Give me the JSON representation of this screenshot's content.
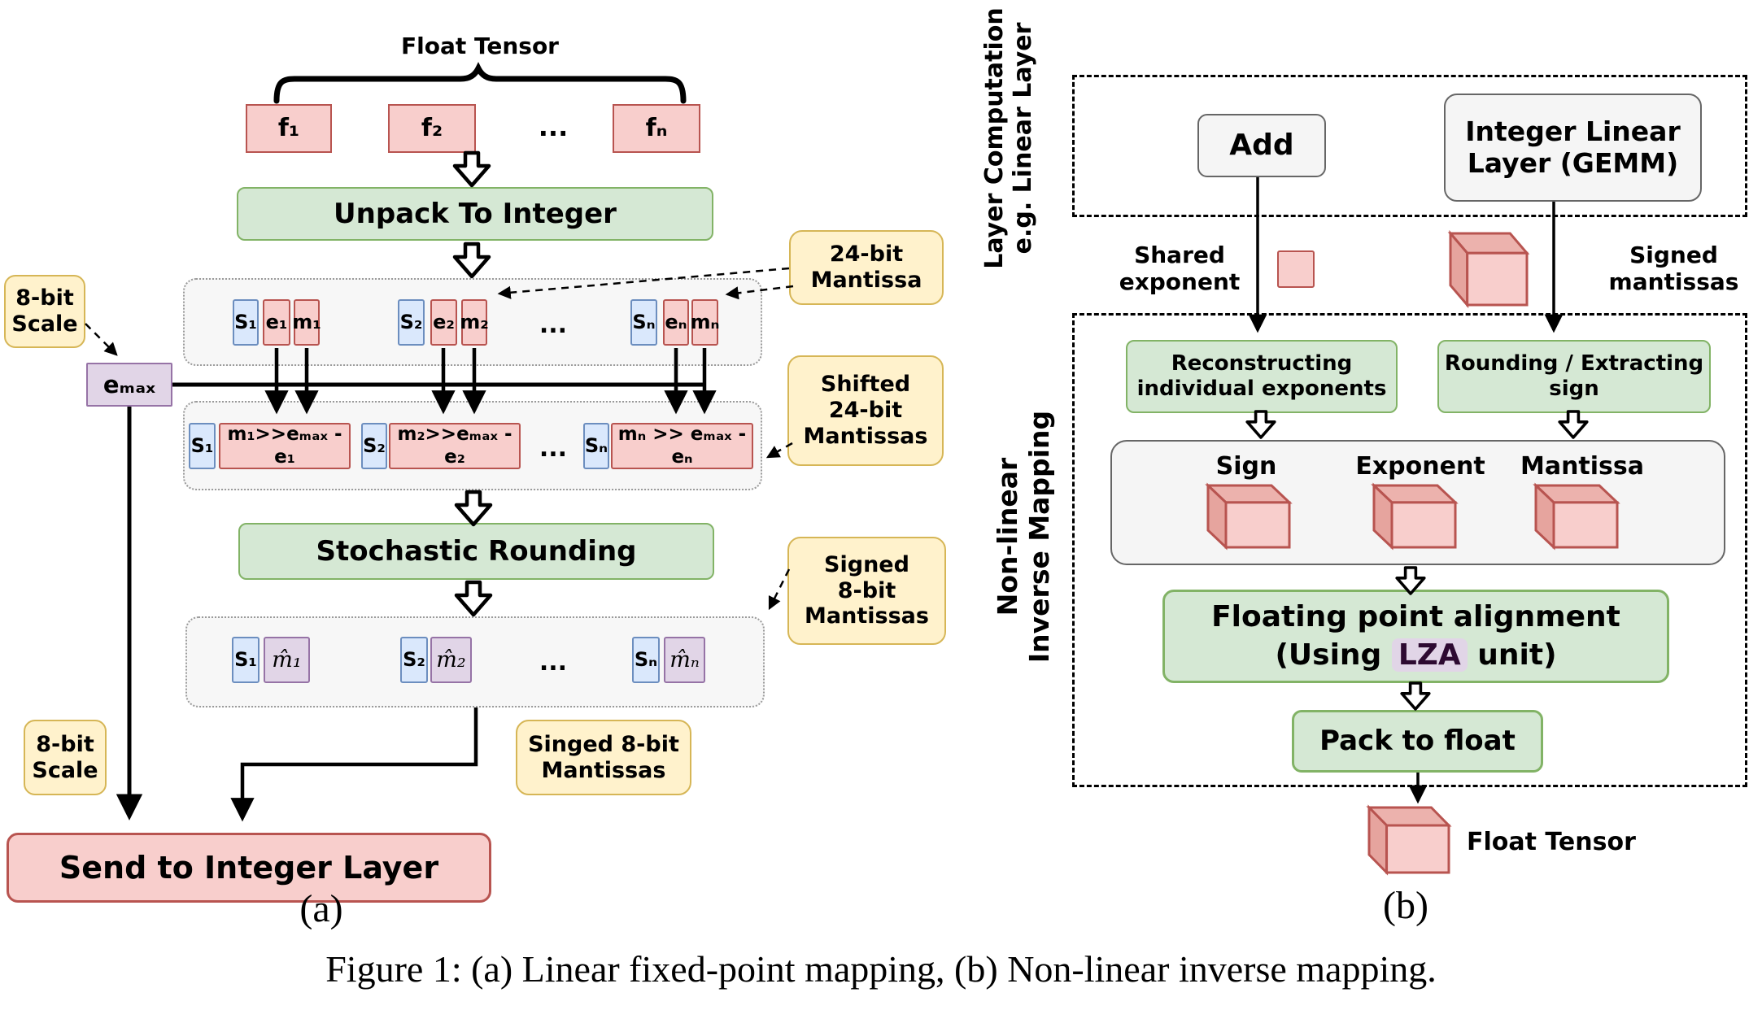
{
  "figure_caption": "Figure 1: (a) Linear fixed-point mapping, (b) Non-linear inverse mapping.",
  "panel_a": {
    "caption": "(a)",
    "float_tensor_label": "Float Tensor",
    "ellipsis": "...",
    "float_boxes": [
      "f₁",
      "f₂",
      "fₙ"
    ],
    "unpack_label": "Unpack To Integer",
    "scale_top_label": {
      "line1": "8-bit",
      "line2": "Scale"
    },
    "emax_label": "eₘₐₓ",
    "mantissa24_label": {
      "line1": "24-bit",
      "line2": "Mantissa"
    },
    "unpacked_row": [
      {
        "s": "S₁",
        "e": "e₁",
        "m": "m₁"
      },
      {
        "s": "S₂",
        "e": "e₂",
        "m": "m₂"
      },
      {
        "s": "Sₙ",
        "e": "eₙ",
        "m": "mₙ"
      }
    ],
    "shifted_label": {
      "line1": "Shifted",
      "line2": "24-bit",
      "line3": "Mantissas"
    },
    "shifted_row": [
      {
        "s": "S₁",
        "m": "m₁>>eₘₐₓ - e₁"
      },
      {
        "s": "S₂",
        "m": "m₂>>eₘₐₓ - e₂"
      },
      {
        "s": "Sₙ",
        "m": "mₙ >> eₘₐₓ - eₙ"
      }
    ],
    "stochastic_label": "Stochastic Rounding",
    "signed8_label": {
      "line1": "Signed",
      "line2": "8-bit",
      "line3": "Mantissas"
    },
    "rounded_row": [
      {
        "s": "S₁",
        "m": "m̂₁"
      },
      {
        "s": "S₂",
        "m": "m̂₂"
      },
      {
        "s": "Sₙ",
        "m": "m̂ₙ"
      }
    ],
    "scale_bottom_label": {
      "line1": "8-bit",
      "line2": "Scale"
    },
    "singed8_label": {
      "line1": "Singed 8-bit",
      "line2": "Mantissas"
    },
    "send_label": "Send to Integer Layer"
  },
  "panel_b": {
    "caption": "(b)",
    "layer_computation_label": {
      "line1": "Layer Computation",
      "line2": "e.g. Linear Layer"
    },
    "add_label": "Add",
    "gemm_label": {
      "line1": "Integer Linear",
      "line2": "Layer (GEMM)"
    },
    "shared_exponent_label": {
      "line1": "Shared",
      "line2": "exponent"
    },
    "signed_mantissas_label": {
      "line1": "Signed",
      "line2": "mantissas"
    },
    "nonlinear_label": {
      "line1": "Non-linear",
      "line2": "Inverse Mapping"
    },
    "reconstructing_label": {
      "line1": "Reconstructing",
      "line2": "individual exponents"
    },
    "rounding_label": {
      "line1": "Rounding / Extracting",
      "line2": "sign"
    },
    "fields": {
      "sign": "Sign",
      "exponent": "Exponent",
      "mantissa": "Mantissa"
    },
    "align_label": {
      "line1": "Floating point alignment",
      "pre": "(Using ",
      "lza": "LZA",
      "post": " unit)"
    },
    "pack_label": "Pack to float",
    "float_tensor_label": "Float Tensor"
  },
  "colors": {
    "node_pink": "#f8cecc",
    "node_pink_border": "#b85450",
    "node_green": "#d5e8d4",
    "node_green_border": "#82b366",
    "node_yellow": "#fff2cc",
    "node_yellow_border": "#d6b656",
    "node_blue": "#dae8fc",
    "node_blue_border": "#6c8ebf",
    "node_purple": "#e1d5e7",
    "node_purple_border": "#9673a6",
    "node_gray": "#f5f5f5",
    "node_gray_border": "#666666"
  }
}
